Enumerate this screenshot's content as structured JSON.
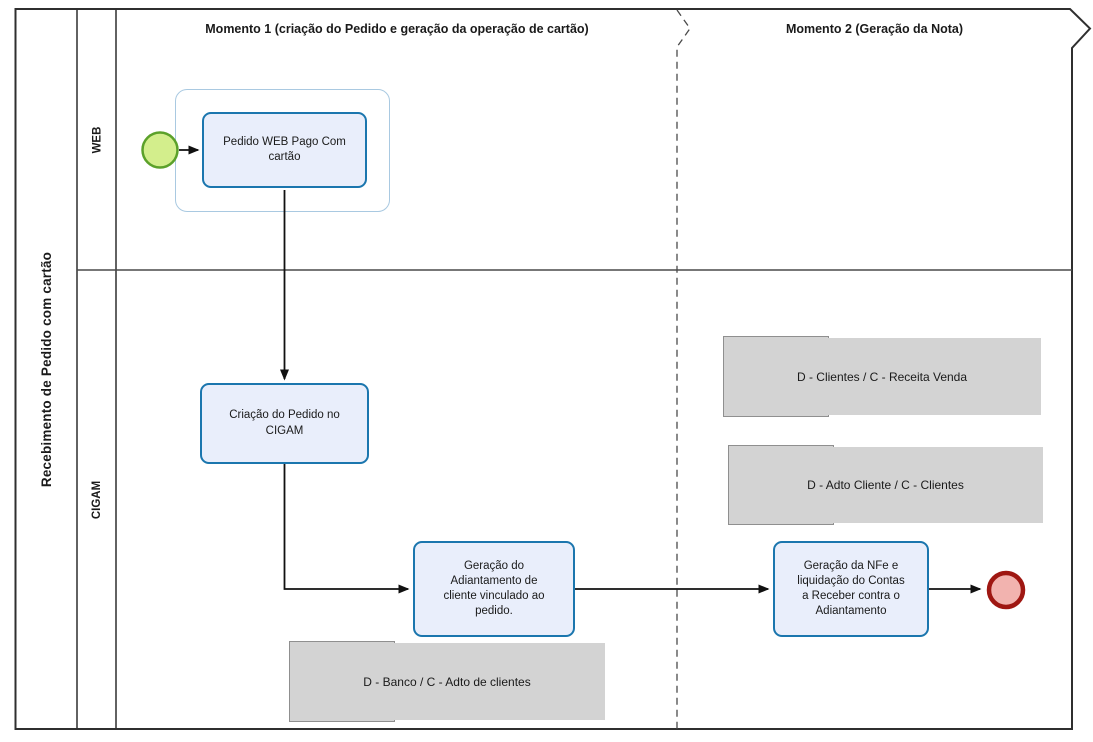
{
  "pool": {
    "title": "Recebimento de Pedido com cartão"
  },
  "lanes": [
    {
      "label": "WEB"
    },
    {
      "label": "CIGAM"
    }
  ],
  "phases": [
    {
      "label": "Momento 1 (criação do Pedido e geração da operação de cartão)"
    },
    {
      "label": "Momento 2 (Geração da Nota)"
    }
  ],
  "tasks": [
    {
      "label": "Pedido WEB Pago Com\ncartão",
      "lane": "WEB",
      "phase": "Momento 1"
    },
    {
      "label": "Criação do Pedido no\nCIGAM",
      "lane": "CIGAM",
      "phase": "Momento 1"
    },
    {
      "label": "Geração do\nAdiantamento de\ncliente vinculado ao\npedido.",
      "lane": "CIGAM",
      "phase": "Momento 1"
    },
    {
      "label": "Geração da NFe e\nliquidação do Contas\na Receber contra o\nAdiantamento",
      "lane": "CIGAM",
      "phase": "Momento 2"
    }
  ],
  "annotations": [
    {
      "label": "D - Clientes / C - Receita Venda"
    },
    {
      "label": "D - Adto Cliente / C - Clientes"
    },
    {
      "label": "D - Banco / C - Adto de clientes"
    }
  ],
  "events": [
    {
      "name": "start-event",
      "fill": "#d3ee8c",
      "border": "#5ba12a"
    },
    {
      "name": "end-event",
      "fill": "#f2b3af",
      "border": "#9f1712"
    }
  ],
  "colors": {
    "task_fill": "#e9eefb",
    "task_border": "#1b76ae",
    "subprocess_border": "#a9c9e1",
    "note_fill": "#d3d3d3",
    "note_border": "#8f8f8f",
    "frame": "#2f2f2f",
    "connector": "#111111"
  }
}
